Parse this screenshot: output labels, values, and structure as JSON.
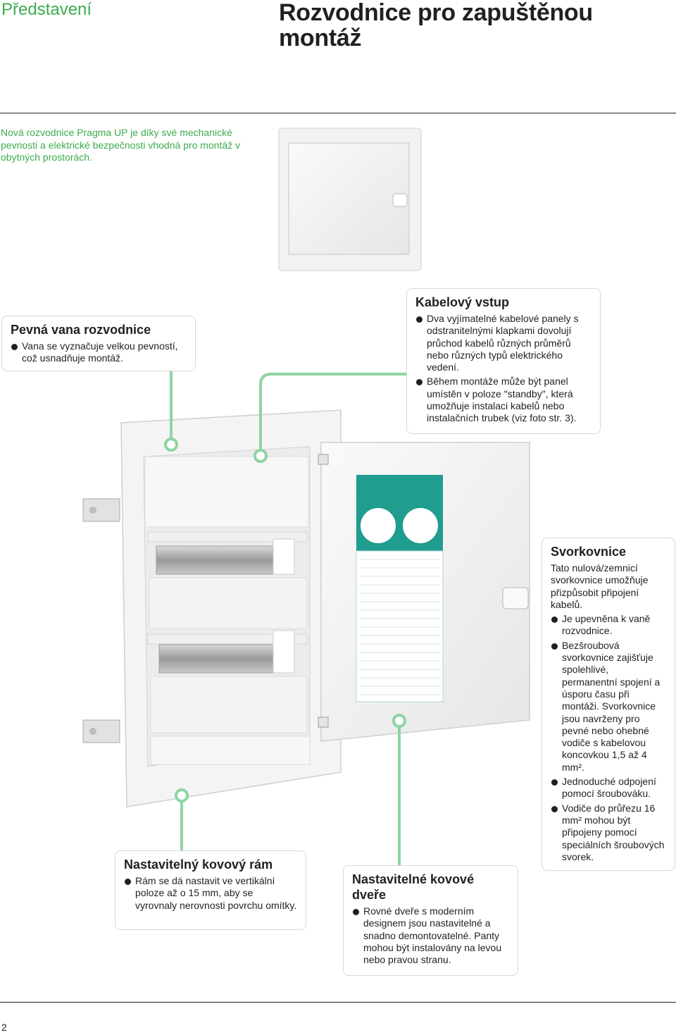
{
  "header": {
    "section": "Představení",
    "title": "Rozvodnice pro zapuštěnou montáž"
  },
  "intro": "Nová rozvodnice Pragma UP je díky své mechanické pevnosti a elektrické bezpečnosti vhodná pro montáž v obytných prostorách.",
  "callouts": {
    "vana": {
      "title": "Pevná vana rozvodnice",
      "items": [
        "Vana se vyznačuje velkou pevností, což usnadňuje montáž."
      ]
    },
    "kabel": {
      "title": "Kabelový vstup",
      "items": [
        "Dva vyjímatelné kabelové panely s odstranitelnými klapkami dovolují průchod kabelů různých průměrů nebo různých typů elektrického vedení.",
        "Během montáže může být panel umístěn v poloze \"standby\", která umožňuje instalaci kabelů nebo instalačních trubek (viz foto str. 3)."
      ]
    },
    "svorkovnice": {
      "title": "Svorkovnice",
      "text": "Tato nulová/zemnicí svorkovnice umožňuje přizpůsobit připojení kabelů.",
      "items": [
        "Je upevněna k vaně rozvodnice.",
        "Bezšroubová svorkovnice zajišťuje spolehlivé, permanentní spojení a úsporu času při montáži. Svorkovnice jsou navrženy pro pevné nebo ohebné vodiče s kabelovou koncovkou 1,5 až 4 mm².",
        "Jednoduché odpojení pomocí šroubováku.",
        "Vodiče do průřezu 16 mm² mohou být připojeny pomocí speciálních šroubových svorek."
      ]
    },
    "ram": {
      "title": "Nastavitelný kovový rám",
      "items": [
        "Rám se dá nastavit ve vertikální poloze až o 15 mm, aby se vyrovnaly nerovnosti povrchu omítky."
      ]
    },
    "dvere": {
      "title": "Nastavitelné kovové dveře",
      "items": [
        "Rovné dveře s moderním designem jsou nastavitelné a snadno demontovatelné. Panty mohou být instalovány na levou nebo pravou stranu."
      ]
    }
  },
  "page_number": "2",
  "colors": {
    "accent": "#3dab4f",
    "connector": "#8fd4a3",
    "label_panel": "#1f9d8f"
  }
}
